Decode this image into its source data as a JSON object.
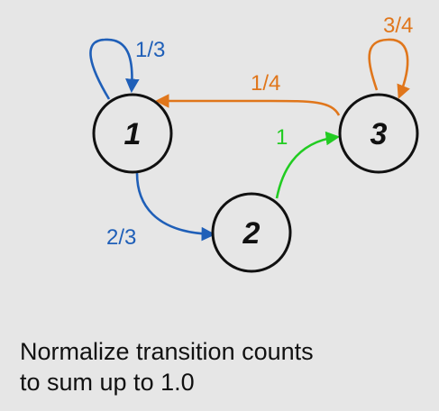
{
  "diagram": {
    "nodes": [
      {
        "id": "1",
        "label": "1"
      },
      {
        "id": "2",
        "label": "2"
      },
      {
        "id": "3",
        "label": "3"
      }
    ],
    "edges": [
      {
        "from": "1",
        "to": "1",
        "label": "1/3",
        "color": "#1f5fb8"
      },
      {
        "from": "1",
        "to": "2",
        "label": "2/3",
        "color": "#1f5fb8"
      },
      {
        "from": "2",
        "to": "3",
        "label": "1",
        "color": "#22cc22"
      },
      {
        "from": "3",
        "to": "1",
        "label": "1/4",
        "color": "#e0761b"
      },
      {
        "from": "3",
        "to": "3",
        "label": "3/4",
        "color": "#e0761b"
      }
    ]
  },
  "caption": {
    "line1": "Normalize transition counts",
    "line2": "to sum up to 1.0"
  }
}
